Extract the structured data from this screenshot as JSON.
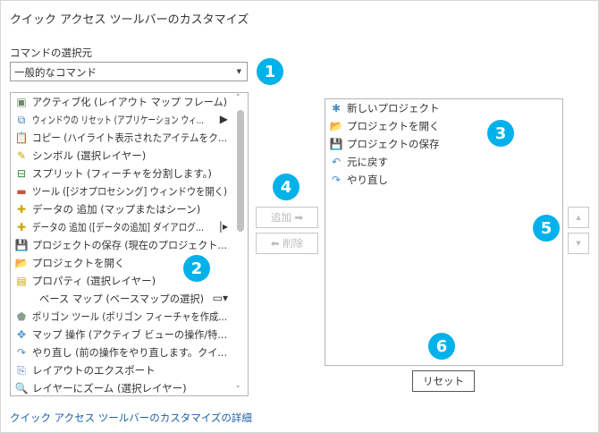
{
  "title": "クイック アクセス ツールバーのカスタマイズ",
  "source_label": "コマンドの選択元",
  "source_value": "一般的なコマンド",
  "commands": [
    {
      "icon": "activate-icon",
      "label": "アクティブ化 (レイアウト マップ フレーム)"
    },
    {
      "icon": "reset-window-icon",
      "label": "ウィンドウの リセット (アプリケーション ウィ...",
      "submenu": true
    },
    {
      "icon": "copy-icon",
      "label": "コピー (ハイライト表示されたアイテムをク..."
    },
    {
      "icon": "symbol-icon",
      "label": "シンボル (選択レイヤー)"
    },
    {
      "icon": "split-icon",
      "label": "スプリット (フィーチャを分割します。)"
    },
    {
      "icon": "toolbox-icon",
      "label": "ツール ([ジオプロセシング] ウィンドウを開く)"
    },
    {
      "icon": "add-data-icon",
      "label": "データの 追加 (マップまたはシーン)"
    },
    {
      "icon": "add-data-icon",
      "label": "データの 追加 ([データの追加] ダイアログ...",
      "split": true
    },
    {
      "icon": "save-project-icon",
      "label": "プロジェクトの保存 (現在のプロジェクト..."
    },
    {
      "icon": "open-project-icon",
      "label": "プロジェクトを開く"
    },
    {
      "icon": "properties-icon",
      "label": "プロパティ (選択レイヤー)"
    },
    {
      "icon": "",
      "label": "ベース マップ (ベースマップの選択)",
      "gallery": true
    },
    {
      "icon": "polygon-tool-icon",
      "label": "ポリゴン ツール (ポリゴン フィーチャを作成..."
    },
    {
      "icon": "map-navigate-icon",
      "label": "マップ 操作 (アクティブ ビューの操作/特..."
    },
    {
      "icon": "redo-icon",
      "label": "やり直し (前の操作をやり直します。クイ..."
    },
    {
      "icon": "export-layout-icon",
      "label": "レイアウトのエクスポート"
    },
    {
      "icon": "zoom-to-layer-icon",
      "label": "レイヤーにズーム (選択レイヤー)"
    }
  ],
  "toolbar_items": [
    {
      "icon": "new-project-icon",
      "label": "新しいプロジェクト"
    },
    {
      "icon": "open-project-icon",
      "label": "プロジェクトを開く"
    },
    {
      "icon": "save-project-icon",
      "label": "プロジェクトの保存"
    },
    {
      "icon": "undo-icon",
      "label": "元に戻す"
    },
    {
      "icon": "redo-icon",
      "label": "やり直し"
    }
  ],
  "add_label": "追加",
  "remove_label": "削除",
  "reset_label": "リセット",
  "link_label": "クイック アクセス ツールバーのカスタマイズの詳細",
  "badges": [
    "1",
    "2",
    "3",
    "4",
    "5",
    "6"
  ],
  "colors": {
    "badge": "#00b1ea",
    "link": "#1a5fa8"
  }
}
